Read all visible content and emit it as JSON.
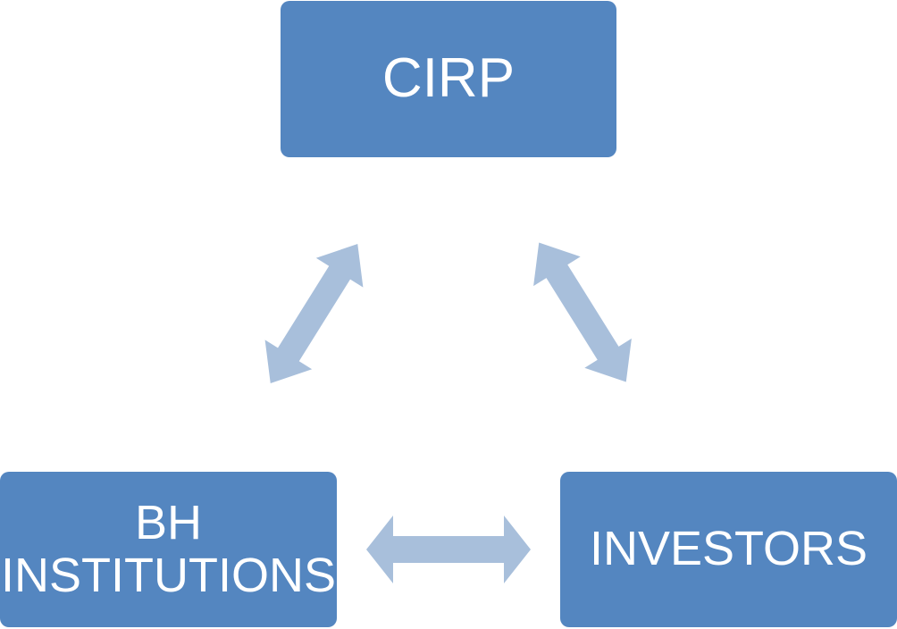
{
  "colors": {
    "node_fill": "#5486c0",
    "arrow_fill": "#a8bfdb",
    "text": "#ffffff"
  },
  "nodes": {
    "cirp": {
      "label": "CIRP"
    },
    "bh": {
      "label_line1": "BH",
      "label_line2": "INSTITUTIONS"
    },
    "investors": {
      "label": "INVESTORS"
    }
  },
  "connections": [
    {
      "from": "BH INSTITUTIONS",
      "to": "CIRP",
      "direction": "bidirectional"
    },
    {
      "from": "CIRP",
      "to": "INVESTORS",
      "direction": "bidirectional"
    },
    {
      "from": "BH INSTITUTIONS",
      "to": "INVESTORS",
      "direction": "bidirectional"
    }
  ]
}
